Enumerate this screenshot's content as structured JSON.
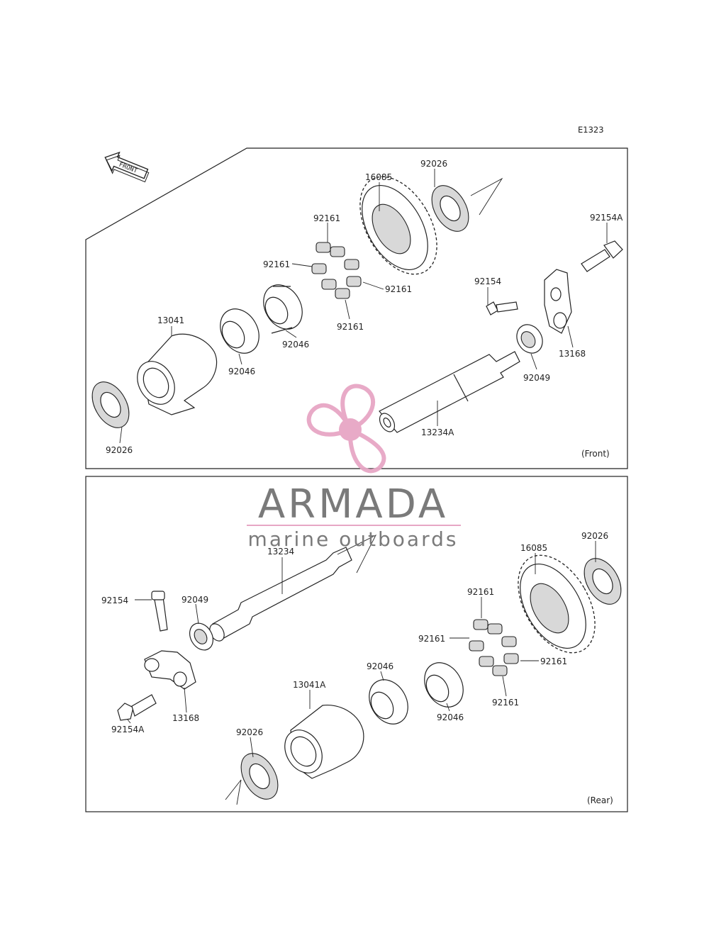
{
  "diagram_code": "E1323",
  "front_arrow": "FRONT",
  "panels": {
    "top": {
      "caption": "(Front)",
      "labels": {
        "p16085": "16085",
        "p92026a": "92026",
        "p92154A": "92154A",
        "p92161a": "92161",
        "p92161b": "92161",
        "p92161c": "92161",
        "p92161d": "92161",
        "p92154": "92154",
        "p13041": "13041",
        "p92046a": "92046",
        "p92046b": "92046",
        "p13168": "13168",
        "p92049": "92049",
        "p13234A": "13234A",
        "p92026b": "92026"
      }
    },
    "bottom": {
      "caption": "(Rear)",
      "labels": {
        "p13234": "13234",
        "p16085": "16085",
        "p92026a": "92026",
        "p92154": "92154",
        "p92049": "92049",
        "p92161a": "92161",
        "p92161b": "92161",
        "p92161c": "92161",
        "p92161d": "92161",
        "p92046a": "92046",
        "p92046b": "92046",
        "p13041A": "13041A",
        "p13168": "13168",
        "p92154A": "92154A",
        "p92026b": "92026"
      }
    }
  },
  "watermark": {
    "brand": "ARMADA",
    "tagline": "marine outboards",
    "colors": {
      "logo": "#e7a6c5",
      "text": "#7a7a7a",
      "rule": "#e7a6c5"
    }
  },
  "icons": [
    "front-arrow-icon",
    "propeller-logo-icon"
  ]
}
